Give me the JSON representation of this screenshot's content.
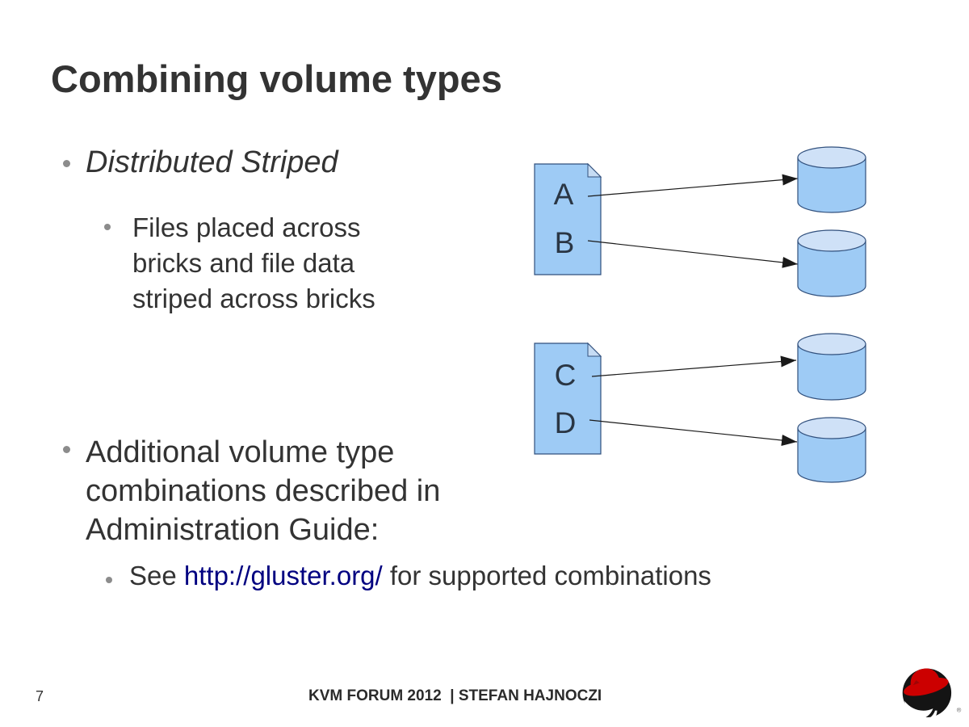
{
  "slide": {
    "title": "Combining volume types",
    "bullet1": {
      "label": "Distributed Striped"
    },
    "bullet1_sub": {
      "lines": [
        "Files placed across",
        "bricks and file data",
        "striped across bricks"
      ]
    },
    "bullet2": {
      "lines": [
        "Additional volume type",
        "combinations described in",
        "Administration Guide:"
      ]
    },
    "bullet2_sub": {
      "prefix": "See ",
      "link_text": "http://gluster.org/",
      "suffix": " for supported combinations"
    }
  },
  "diagram": {
    "files": [
      {
        "letters": [
          "A",
          "B"
        ]
      },
      {
        "letters": [
          "C",
          "D"
        ]
      }
    ],
    "brick_count": 4,
    "arrows": [
      {
        "from": "A",
        "to": "brick-1"
      },
      {
        "from": "B",
        "to": "brick-2"
      },
      {
        "from": "C",
        "to": "brick-3"
      },
      {
        "from": "D",
        "to": "brick-4"
      }
    ],
    "colors": {
      "shape_fill": "#9ecbf5",
      "shape_top_fill": "#cfe1f7",
      "shape_outline": "#31507d",
      "arrow": "#1a1a1a",
      "letter": "#2a3644"
    }
  },
  "footer": {
    "page_number": "7",
    "session_text": "KVM FORUM 2012  | STEFAN HAJNOCZI",
    "logo": "redhat-shadowman",
    "registered_mark": "®"
  },
  "colors": {
    "background": "#ffffff",
    "title_text": "#333333",
    "body_text": "#333333",
    "bullet_dot": "#8c8c8c",
    "link": "#000080",
    "logo_red": "#cc0000",
    "logo_black": "#141414"
  }
}
